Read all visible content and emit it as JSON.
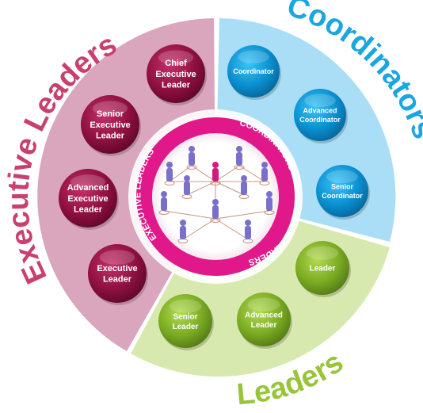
{
  "colors": {
    "executive": "#c9406f",
    "executive_panel": "#d9a6bd",
    "executive_node": "#8f1040",
    "coordinator": "#19a6e2",
    "coordinator_panel": "#a9def6",
    "coordinator_node": "#0a8fd0",
    "leader": "#98c43a",
    "leader_panel": "#d8e9b0",
    "leader_node": "#7aab22",
    "ring": "#e0188a",
    "people_default": "#7a6fc9",
    "people_center": "#d11c7e"
  },
  "sections": {
    "executive_title": "Executive Leaders",
    "coordinators_title": "Coordinators",
    "leaders_title": "Leaders"
  },
  "ring": {
    "executive_text": "EXECUTIVE LEADERS",
    "coordinators_text": "COORDINATORS",
    "leaders_text": "LEADERS"
  },
  "nodes": {
    "executive": [
      [
        "Chief",
        "Executive",
        "Leader"
      ],
      [
        "Senior",
        "Executive",
        "Leader"
      ],
      [
        "Advanced",
        "Executive",
        "Leader"
      ],
      [
        "Executive",
        "Leader"
      ]
    ],
    "coordinators": [
      [
        "Coordinator"
      ],
      [
        "Advanced",
        "Coordinator"
      ],
      [
        "Senior",
        "Coordinator"
      ]
    ],
    "leaders": [
      [
        "Leader"
      ],
      [
        "Advanced",
        "Leader"
      ],
      [
        "Senior",
        "Leader"
      ]
    ]
  },
  "center_icon": "people-network-icon"
}
